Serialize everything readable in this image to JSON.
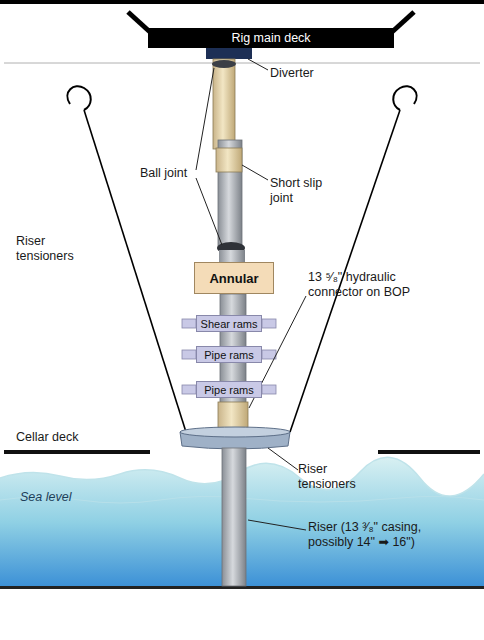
{
  "diagram": {
    "nodes": [
      {
        "text": [
          "Rig main deck"
        ]
      },
      {
        "text": [
          "Annular"
        ]
      },
      {
        "text": [
          "Shear rams"
        ]
      },
      {
        "text": [
          "Pipe rams"
        ]
      },
      {
        "text": [
          "Pipe rams"
        ]
      }
    ],
    "labels": [
      "Diverter",
      "Ball joint",
      "Short slip joint",
      "Riser tensioners",
      "13 ⁵⁄₈\" hydraulic connector on BOP",
      "Cellar deck",
      "Riser tensioners",
      "Sea level",
      "Riser (13 ³⁄₈\" casing, possibly 14\" ➡ 16\")"
    ]
  }
}
